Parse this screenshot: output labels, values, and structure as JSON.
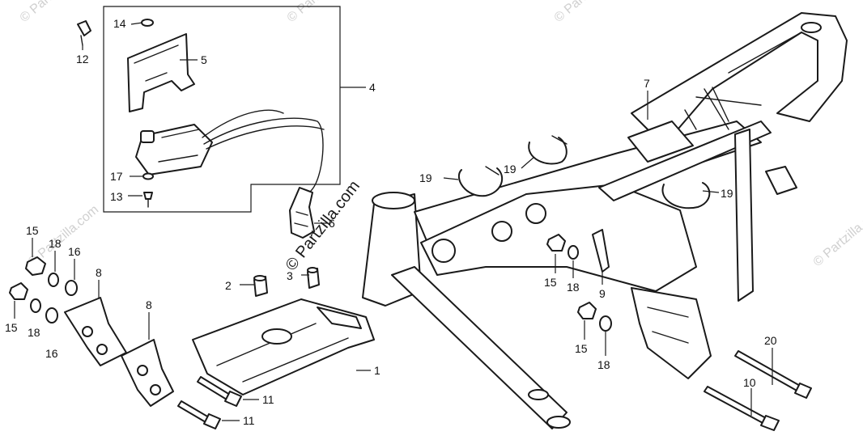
{
  "watermark": {
    "main": "© Partzilla.com",
    "faint": "© Partzilla.com"
  },
  "callouts": {
    "c1": "1",
    "c2": "2",
    "c3": "3",
    "c4": "4",
    "c5": "5",
    "c6": "6",
    "c7": "7",
    "c8a": "8",
    "c8b": "8",
    "c9": "9",
    "c10": "10",
    "c11a": "11",
    "c11b": "11",
    "c12": "12",
    "c13": "13",
    "c14": "14",
    "c15a": "15",
    "c15b": "15",
    "c15c": "15",
    "c15d": "15",
    "c16a": "16",
    "c16b": "16",
    "c17": "17",
    "c18a": "18",
    "c18b": "18",
    "c18c": "18",
    "c18d": "18",
    "c19a": "19",
    "c19b": "19",
    "c19c": "19",
    "c20": "20"
  }
}
